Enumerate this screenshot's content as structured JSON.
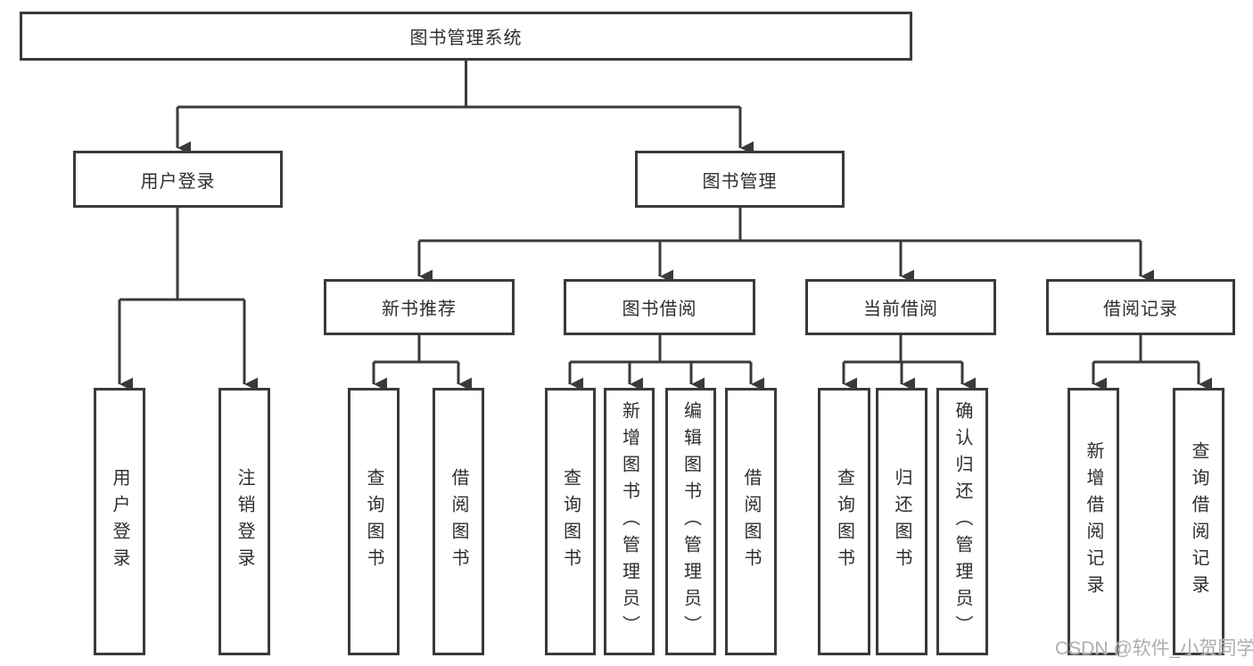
{
  "diagram": {
    "type": "hierarchy-flowchart",
    "colors": {
      "line": "#3a3a3a",
      "box_border": "#3a3a3a",
      "box_bg": "#ffffff",
      "text": "#2e2e2e",
      "watermark": "#aeaeae"
    },
    "nodes": {
      "root": "图书管理系统",
      "userLogin": "用户登录",
      "bookMgmt": "图书管理",
      "newBooks": "新书推荐",
      "bookBorrow": "图书借阅",
      "currentBorrow": "当前借阅",
      "borrowRecords": "借阅记录",
      "leafUserLogin": "用户登录",
      "leafLogout": "注销登录",
      "nbQuery": "查询图书",
      "nbBorrow": "借阅图书",
      "bbQuery": "查询图书",
      "bbAdd": "新增图书（管理员）",
      "bbEdit": "编辑图书（管理员）",
      "bbBorrow": "借阅图书",
      "cbQuery": "查询图书",
      "cbReturn": "归还图书",
      "cbConfirm": "确认归还（管理员）",
      "brAdd": "新增借阅记录",
      "brQuery": "查询借阅记录"
    },
    "edges": [
      [
        "root",
        "userLogin"
      ],
      [
        "root",
        "bookMgmt"
      ],
      [
        "userLogin",
        "leafUserLogin"
      ],
      [
        "userLogin",
        "leafLogout"
      ],
      [
        "bookMgmt",
        "newBooks"
      ],
      [
        "bookMgmt",
        "bookBorrow"
      ],
      [
        "bookMgmt",
        "currentBorrow"
      ],
      [
        "bookMgmt",
        "borrowRecords"
      ],
      [
        "newBooks",
        "nbQuery"
      ],
      [
        "newBooks",
        "nbBorrow"
      ],
      [
        "bookBorrow",
        "bbQuery"
      ],
      [
        "bookBorrow",
        "bbAdd"
      ],
      [
        "bookBorrow",
        "bbEdit"
      ],
      [
        "bookBorrow",
        "bbBorrow"
      ],
      [
        "currentBorrow",
        "cbQuery"
      ],
      [
        "currentBorrow",
        "cbReturn"
      ],
      [
        "currentBorrow",
        "cbConfirm"
      ],
      [
        "borrowRecords",
        "brAdd"
      ],
      [
        "borrowRecords",
        "brQuery"
      ]
    ],
    "watermark": "CSDN @软件_小贺同学"
  }
}
